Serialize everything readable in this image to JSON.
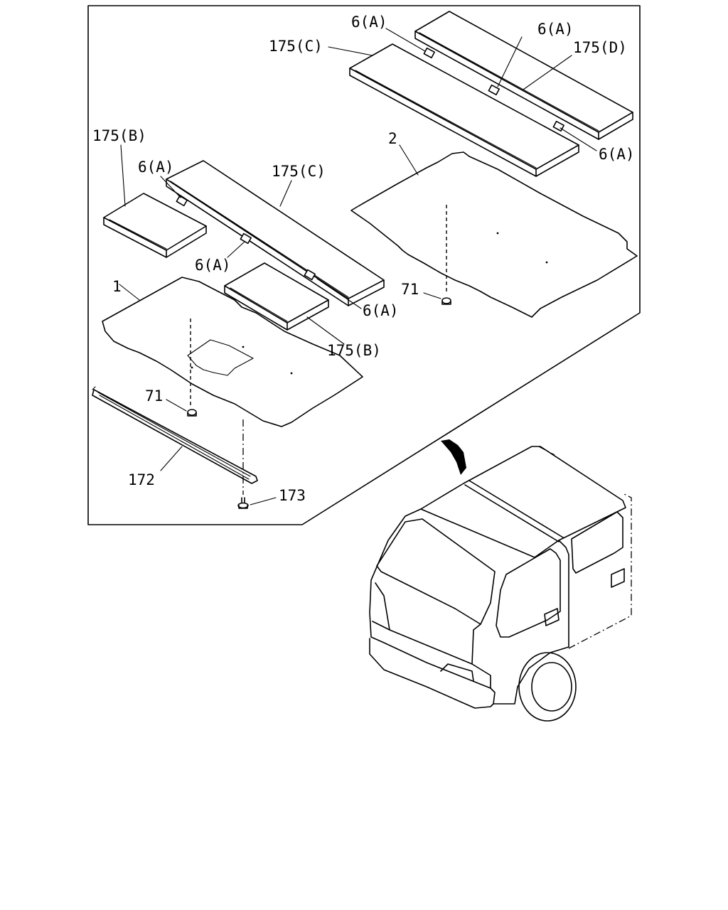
{
  "labels": {
    "c175_top": "175(C)",
    "a6_top_left": "6(A)",
    "a6_top_mid": "6(A)",
    "d175_top": "175(D)",
    "a6_top_right": "6(A)",
    "n2": "2",
    "b175_left": "175(B)",
    "a6_mid_left": "6(A)",
    "c175_mid": "175(C)",
    "a6_mid_center": "6(A)",
    "a6_mid_right": "6(A)",
    "n71_right": "71",
    "n1": "1",
    "b175_mid": "175(B)",
    "n71_left": "71",
    "n172": "172",
    "n173": "173"
  }
}
